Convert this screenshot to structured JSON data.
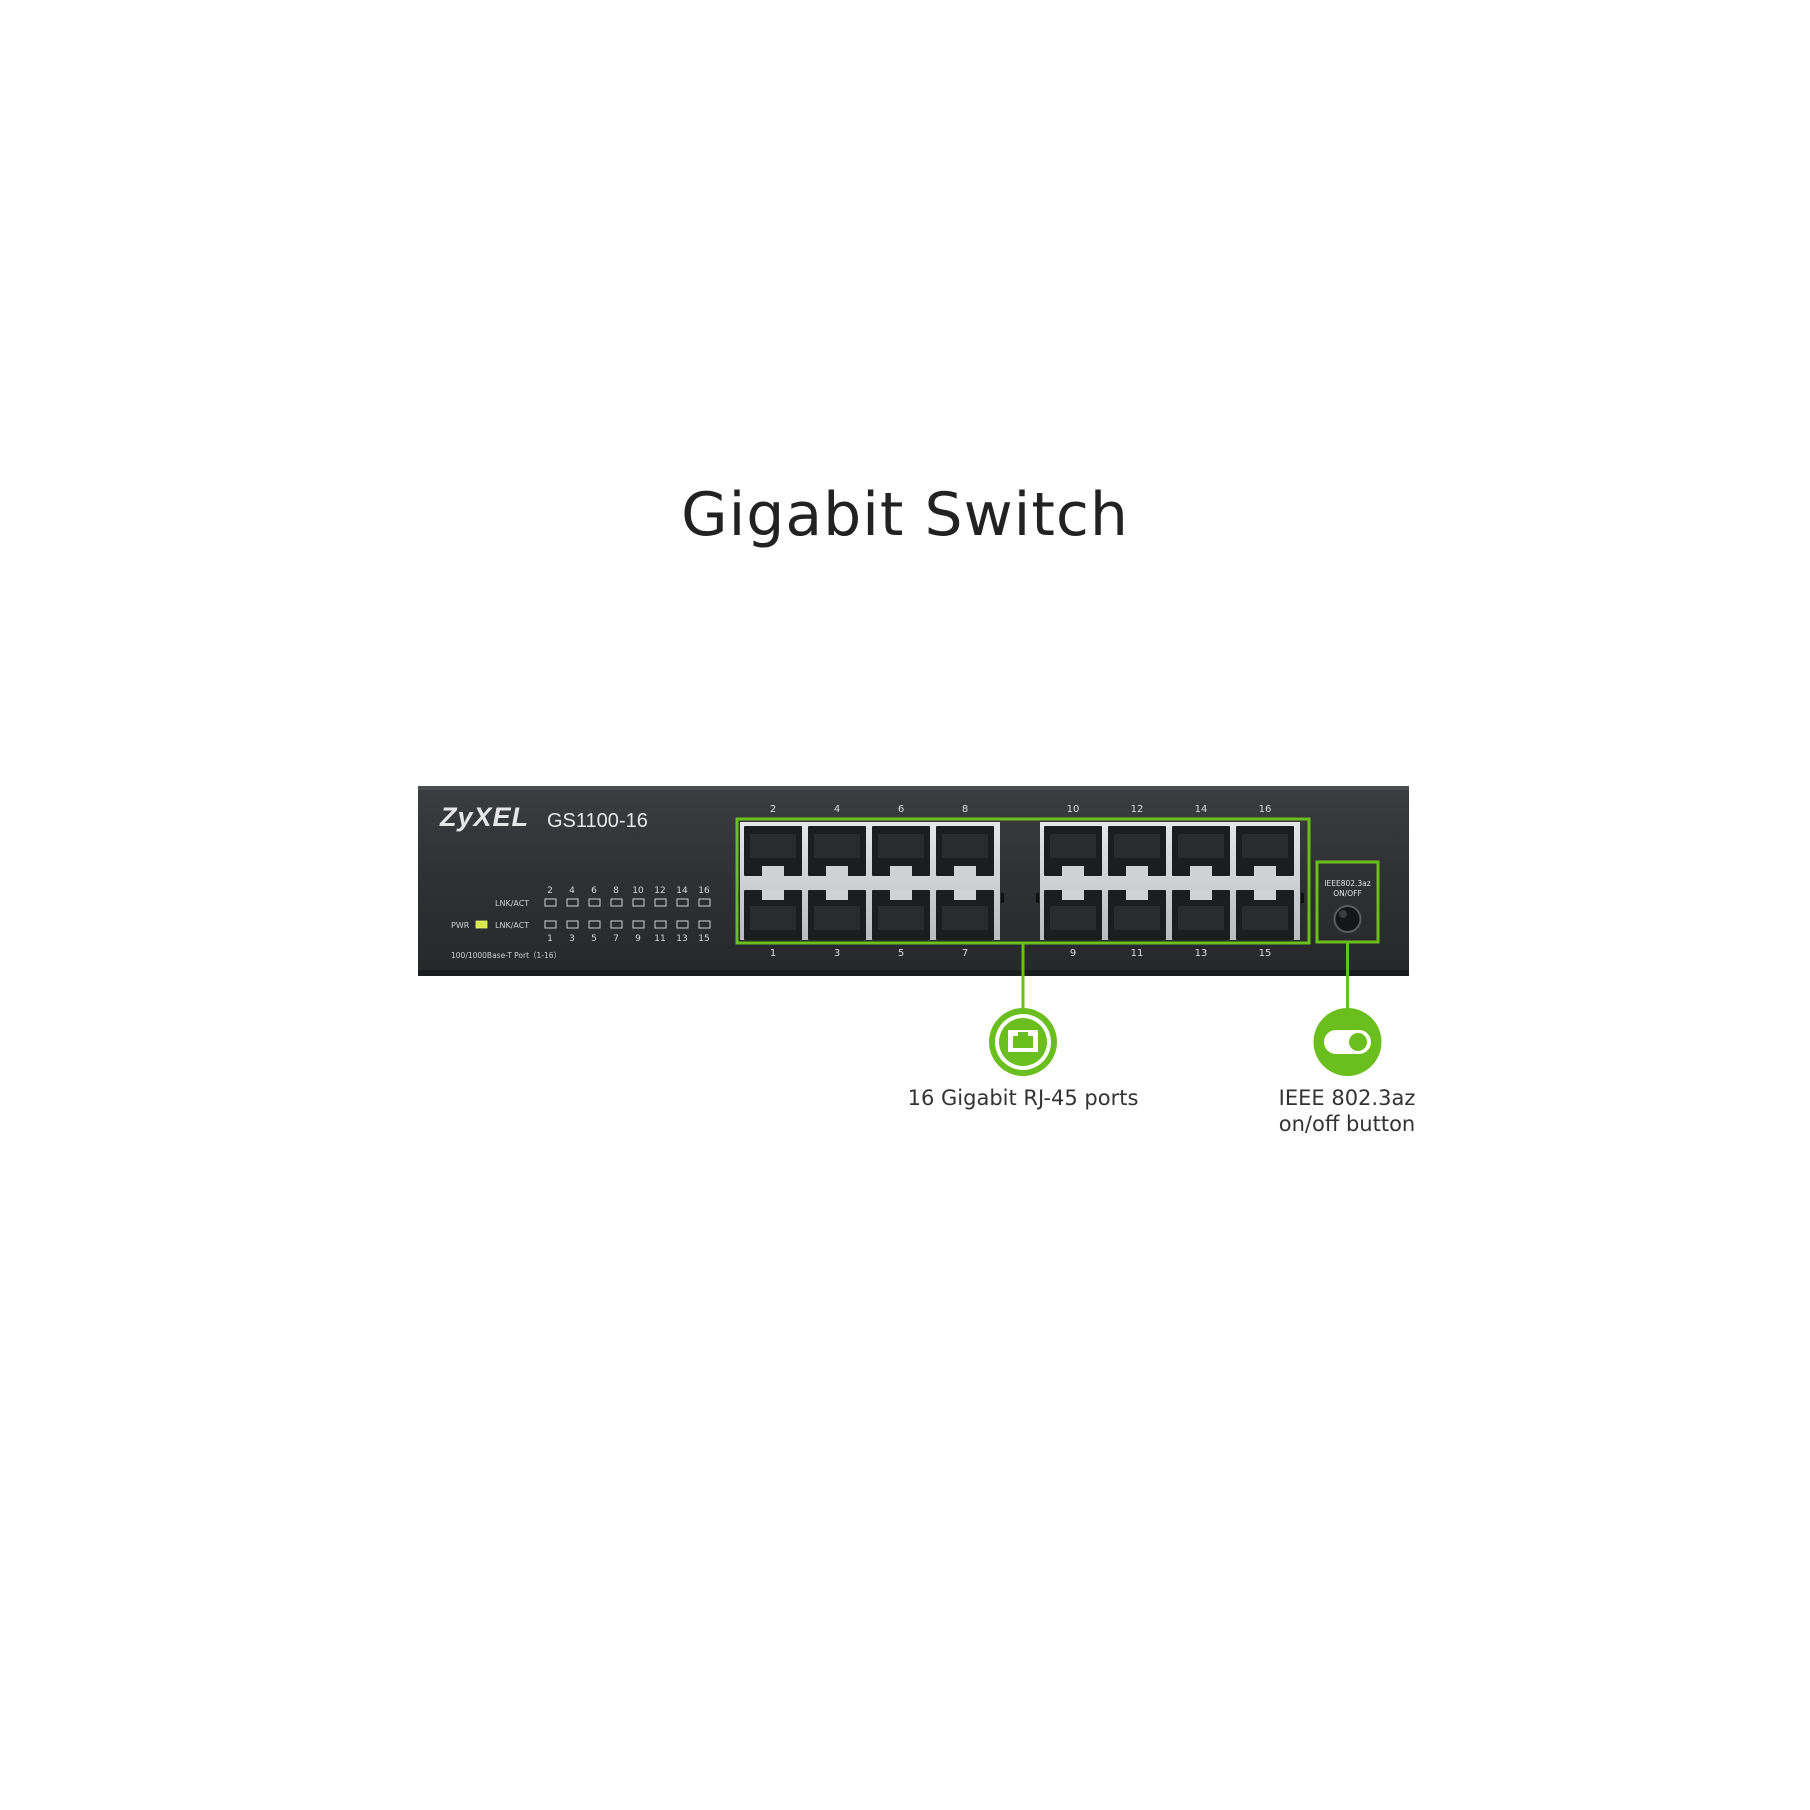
{
  "title": "Gigabit Switch",
  "device": {
    "brand": "ZyXEL",
    "model": "GS1100-16",
    "led_top_label": "LNK/ACT",
    "led_bottom_label": "LNK/ACT",
    "power_label": "PWR",
    "led_top_numbers": [
      "2",
      "4",
      "6",
      "8",
      "10",
      "12",
      "14",
      "16"
    ],
    "led_bottom_numbers": [
      "1",
      "3",
      "5",
      "7",
      "9",
      "11",
      "13",
      "15"
    ],
    "port_caption": "100/1000Base-T Port（1-16）",
    "port_top_numbers": [
      "2",
      "4",
      "6",
      "8",
      "10",
      "12",
      "14",
      "16"
    ],
    "port_bottom_numbers": [
      "1",
      "3",
      "5",
      "7",
      "9",
      "11",
      "13",
      "15"
    ],
    "button_label_line1": "IEEE802.3az",
    "button_label_line2": "ON/OFF"
  },
  "callouts": {
    "ports": {
      "label": "16 Gigabit RJ-45 ports",
      "icon": "ethernet-port-icon"
    },
    "button": {
      "label_line1": "IEEE 802.3az",
      "label_line2": "on/off button",
      "icon": "toggle-switch-icon"
    }
  },
  "colors": {
    "accent_green": "#6abf1e",
    "chassis": "#2f3133",
    "port_frame": "#cfd1d3",
    "port_hole": "#1c1d1f",
    "pwr_led": "#d8e84a"
  }
}
